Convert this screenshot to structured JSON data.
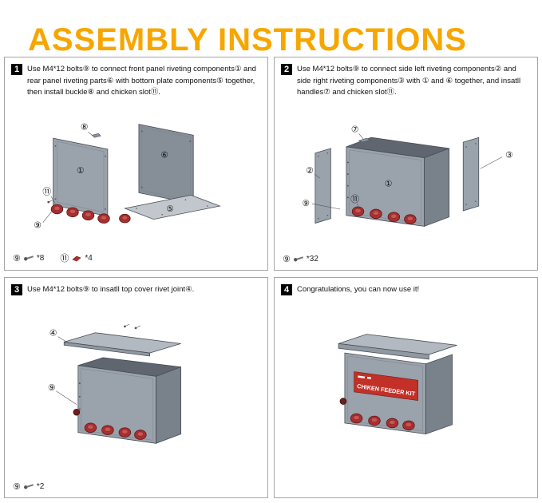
{
  "title": "ASSEMBLY INSTRUCTIONS",
  "colors": {
    "title_accent": "#F7A600",
    "step_badge": "#000000",
    "knob_red": "#A83030",
    "banner_red": "#C23028"
  },
  "icons": {
    "bolt": "screw-glyph",
    "chicken_slot": "red-bracket-glyph"
  },
  "steps": [
    {
      "num": "1",
      "text": "Use M4*12 bolts⑨ to connect front panel riveting components① and rear panel riveting parts⑥ with bottom plate components⑤ together, then install buckle⑧ and chicken slot⑪.",
      "labels": [
        "⑧",
        "①",
        "⑥",
        "⑤",
        "⑨",
        "⑪"
      ],
      "hw": [
        {
          "part": "⑨",
          "qty": "*8"
        },
        {
          "part": "⑪",
          "qty": "*4"
        }
      ]
    },
    {
      "num": "2",
      "text": "Use M4*12 bolts⑨ to connect side left riveting components② and side right riveting components③ with ① and ⑥ together, and insatll handles⑦ and chicken slot⑪.",
      "labels": [
        "⑦",
        "②",
        "①",
        "③",
        "⑨",
        "⑪"
      ],
      "hw": [
        {
          "part": "⑨",
          "qty": "*32"
        }
      ]
    },
    {
      "num": "3",
      "text": "Use M4*12 bolts⑨ to insatll top cover rivet joint④.",
      "labels": [
        "④",
        "⑨"
      ],
      "hw": [
        {
          "part": "⑨",
          "qty": "*2"
        }
      ]
    },
    {
      "num": "4",
      "text": "Congratulations, you can now use it!",
      "labels": [],
      "banner": "CHIKEN FEEDER KIT",
      "hw": []
    }
  ]
}
